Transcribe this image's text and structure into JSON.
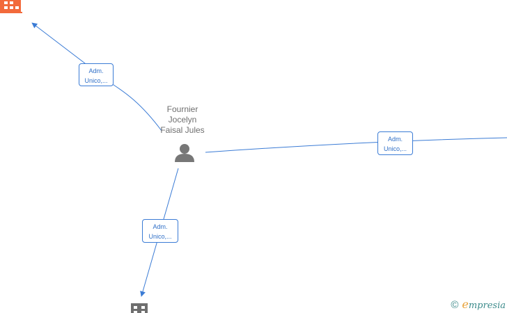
{
  "person": {
    "name_lines": [
      "Fournier",
      "Jocelyn",
      "Faisal Jules"
    ],
    "icon": "person-icon"
  },
  "companies": [
    {
      "id": "company-top-left",
      "icon": "building-icon",
      "color": "#f26a3b"
    },
    {
      "id": "company-bottom",
      "icon": "building-icon",
      "color": "#6e6e6e"
    }
  ],
  "relations": [
    {
      "id": "rel-top-left",
      "line1": "Adm.",
      "line2": "Unico,..."
    },
    {
      "id": "rel-right",
      "line1": "Adm.",
      "line2": "Unico,..."
    },
    {
      "id": "rel-bottom",
      "line1": "Adm.",
      "line2": "Unico,..."
    }
  ],
  "colors": {
    "edge": "#3a7bd5",
    "person_icon": "#777777",
    "text": "#6e6e6e"
  },
  "brand": {
    "copyright": "©",
    "first_letter": "e",
    "rest": "mpresia"
  }
}
